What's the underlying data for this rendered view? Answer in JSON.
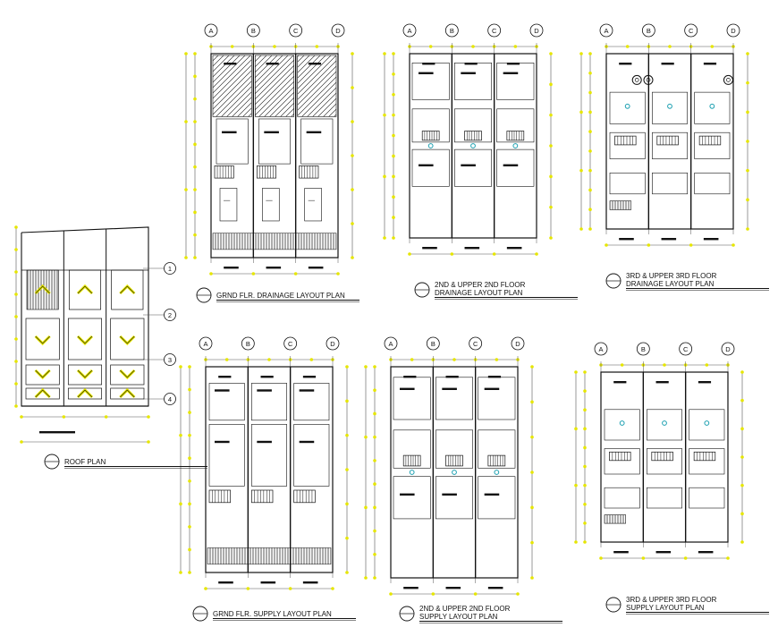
{
  "sheet": {
    "colors": {
      "line": "#111111",
      "dim": "#e6e600",
      "fixture": "#1a9fb0"
    },
    "plans": [
      {
        "id": "grnd-drainage",
        "grids": [
          "A",
          "B",
          "C",
          "D"
        ],
        "title_lines": [
          "GRND FLR. DRAINAGE LAYOUT PLAN"
        ]
      },
      {
        "id": "second-drainage",
        "grids": [
          "A",
          "B",
          "C",
          "D"
        ],
        "title_lines": [
          "2ND & UPPER 2ND FLOOR",
          "DRAINAGE LAYOUT PLAN"
        ]
      },
      {
        "id": "third-drainage",
        "grids": [
          "A",
          "B",
          "C",
          "D"
        ],
        "title_lines": [
          "3RD & UPPER 3RD FLOOR",
          "DRAINAGE LAYOUT PLAN"
        ]
      },
      {
        "id": "grnd-supply",
        "grids": [
          "A",
          "B",
          "C",
          "D"
        ],
        "title_lines": [
          "GRND FLR. SUPPLY LAYOUT PLAN"
        ]
      },
      {
        "id": "second-supply",
        "grids": [
          "A",
          "B",
          "C",
          "D"
        ],
        "title_lines": [
          "2ND & UPPER 2ND FLOOR",
          "SUPPLY LAYOUT PLAN"
        ]
      },
      {
        "id": "third-supply",
        "grids": [
          "A",
          "B",
          "C",
          "D"
        ],
        "title_lines": [
          "3RD & UPPER 3RD FLOOR",
          "SUPPLY LAYOUT PLAN"
        ]
      }
    ],
    "roof": {
      "title_lines": [
        "ROOF PLAN"
      ],
      "rows": [
        "1",
        "2",
        "3",
        "4"
      ]
    }
  }
}
